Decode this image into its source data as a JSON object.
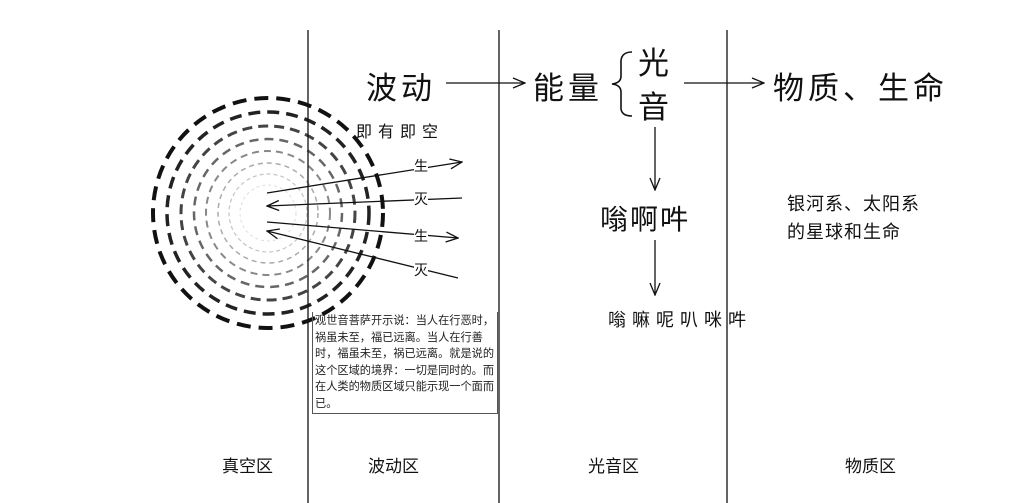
{
  "top_flow": {
    "wave": "波动",
    "energy": "能量",
    "light": "光",
    "sound": "音",
    "matter_life": "物质、生命"
  },
  "wave_caption": "即有即空",
  "arrows": {
    "arise_1": "生",
    "cease_1": "灭",
    "arise_2": "生",
    "cease_2": "灭"
  },
  "mantra_short": "嗡啊吽",
  "mantra_long": "嗡嘛呢叭咪吽",
  "galaxy_text": [
    "银河系、太阳系",
    "的星球和生命"
  ],
  "paragraph": "观世音菩萨开示说：当人在行恶时，祸虽未至，福已远离。当人在行善时，福虽未至，祸已远离。就是说的这个区域的境界：一切是同时的。而在人类的物质区域只能示现一个面而已。",
  "zones": {
    "vacuum": "真空区",
    "wave": "波动区",
    "light_sound": "光音区",
    "matter": "物质区"
  }
}
